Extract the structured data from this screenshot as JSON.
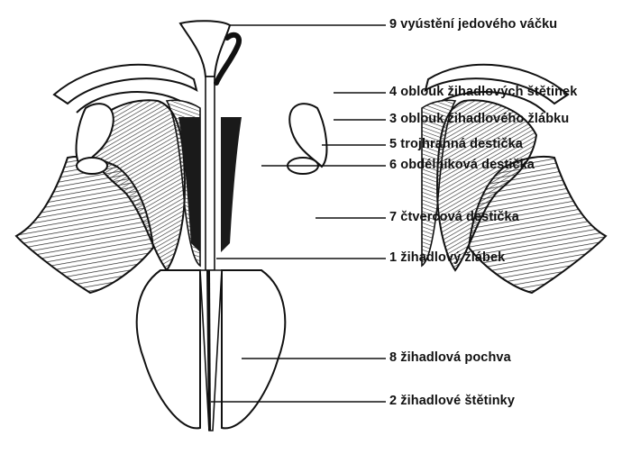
{
  "labels": [
    {
      "id": "l9",
      "text": "9 vyústění jedového váčku"
    },
    {
      "id": "l4",
      "text": "4 oblouk žihadlových štětinek"
    },
    {
      "id": "l3",
      "text": "3 oblouk žihadlového žlábku"
    },
    {
      "id": "l5",
      "text": "5 trojhranná destička"
    },
    {
      "id": "l6",
      "text": "6 obdélníková destička"
    },
    {
      "id": "l7",
      "text": "7 čtvercová destička"
    },
    {
      "id": "l1",
      "text": "1 žihadlový žlábek"
    },
    {
      "id": "l8",
      "text": "8 žihadlová pochva"
    },
    {
      "id": "l2",
      "text": "2 žihadlové štětinky"
    }
  ],
  "colors": {
    "ink": "#111111",
    "paper": "#ffffff",
    "shade": "#3a3a3a"
  }
}
